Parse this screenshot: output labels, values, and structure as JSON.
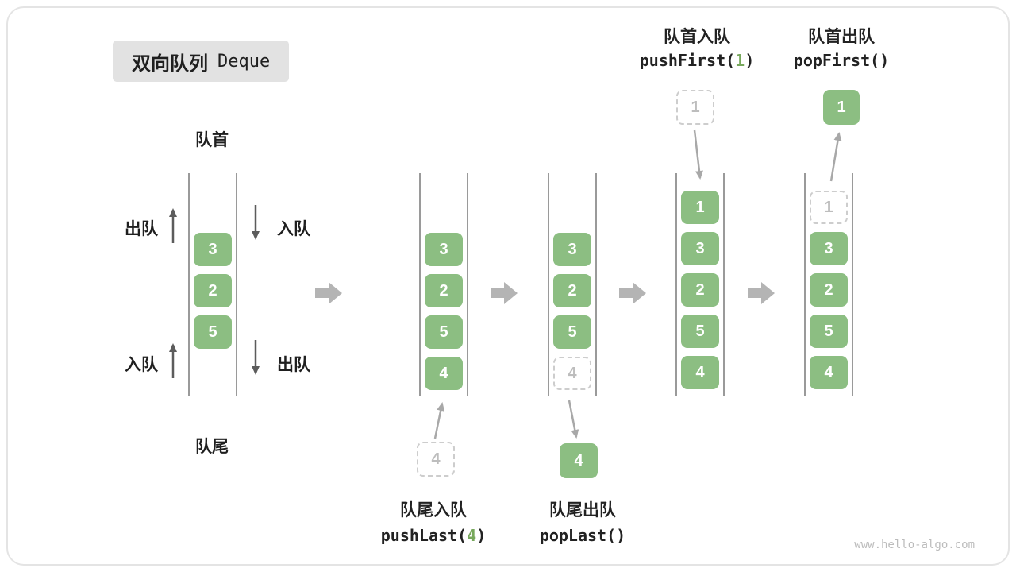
{
  "badge": {
    "zh": "双向队列",
    "en": "Deque"
  },
  "colors": {
    "item_green": "#8CBE82",
    "code_arg_green": "#77A85C",
    "rail_gray": "#9a9a9a",
    "ghost_gray": "#cdcdcd"
  },
  "legend": {
    "head": "队首",
    "tail": "队尾",
    "dequeue": "出队",
    "enqueue": "入队"
  },
  "queues": {
    "q1": {
      "items": [
        "3",
        "2",
        "5"
      ]
    },
    "q2": {
      "items": [
        "3",
        "2",
        "5",
        "4"
      ]
    },
    "q3": {
      "items": [
        "3",
        "2",
        "5"
      ],
      "ghost": "4"
    },
    "q4": {
      "items": [
        "1",
        "3",
        "2",
        "5",
        "4"
      ]
    },
    "q5": {
      "ghost": "1",
      "items": [
        "3",
        "2",
        "5",
        "4"
      ]
    }
  },
  "operations": {
    "push_last": {
      "label": "队尾入队",
      "code_pre": "pushLast(",
      "arg": "4",
      "code_post": ")",
      "value": "4"
    },
    "pop_last": {
      "label": "队尾出队",
      "code": "popLast()",
      "value": "4"
    },
    "push_first": {
      "label": "队首入队",
      "code_pre": "pushFirst(",
      "arg": "1",
      "code_post": ")",
      "value": "1"
    },
    "pop_first": {
      "label": "队首出队",
      "code": "popFirst()",
      "value": "1"
    }
  },
  "watermark": "www.hello-algo.com"
}
